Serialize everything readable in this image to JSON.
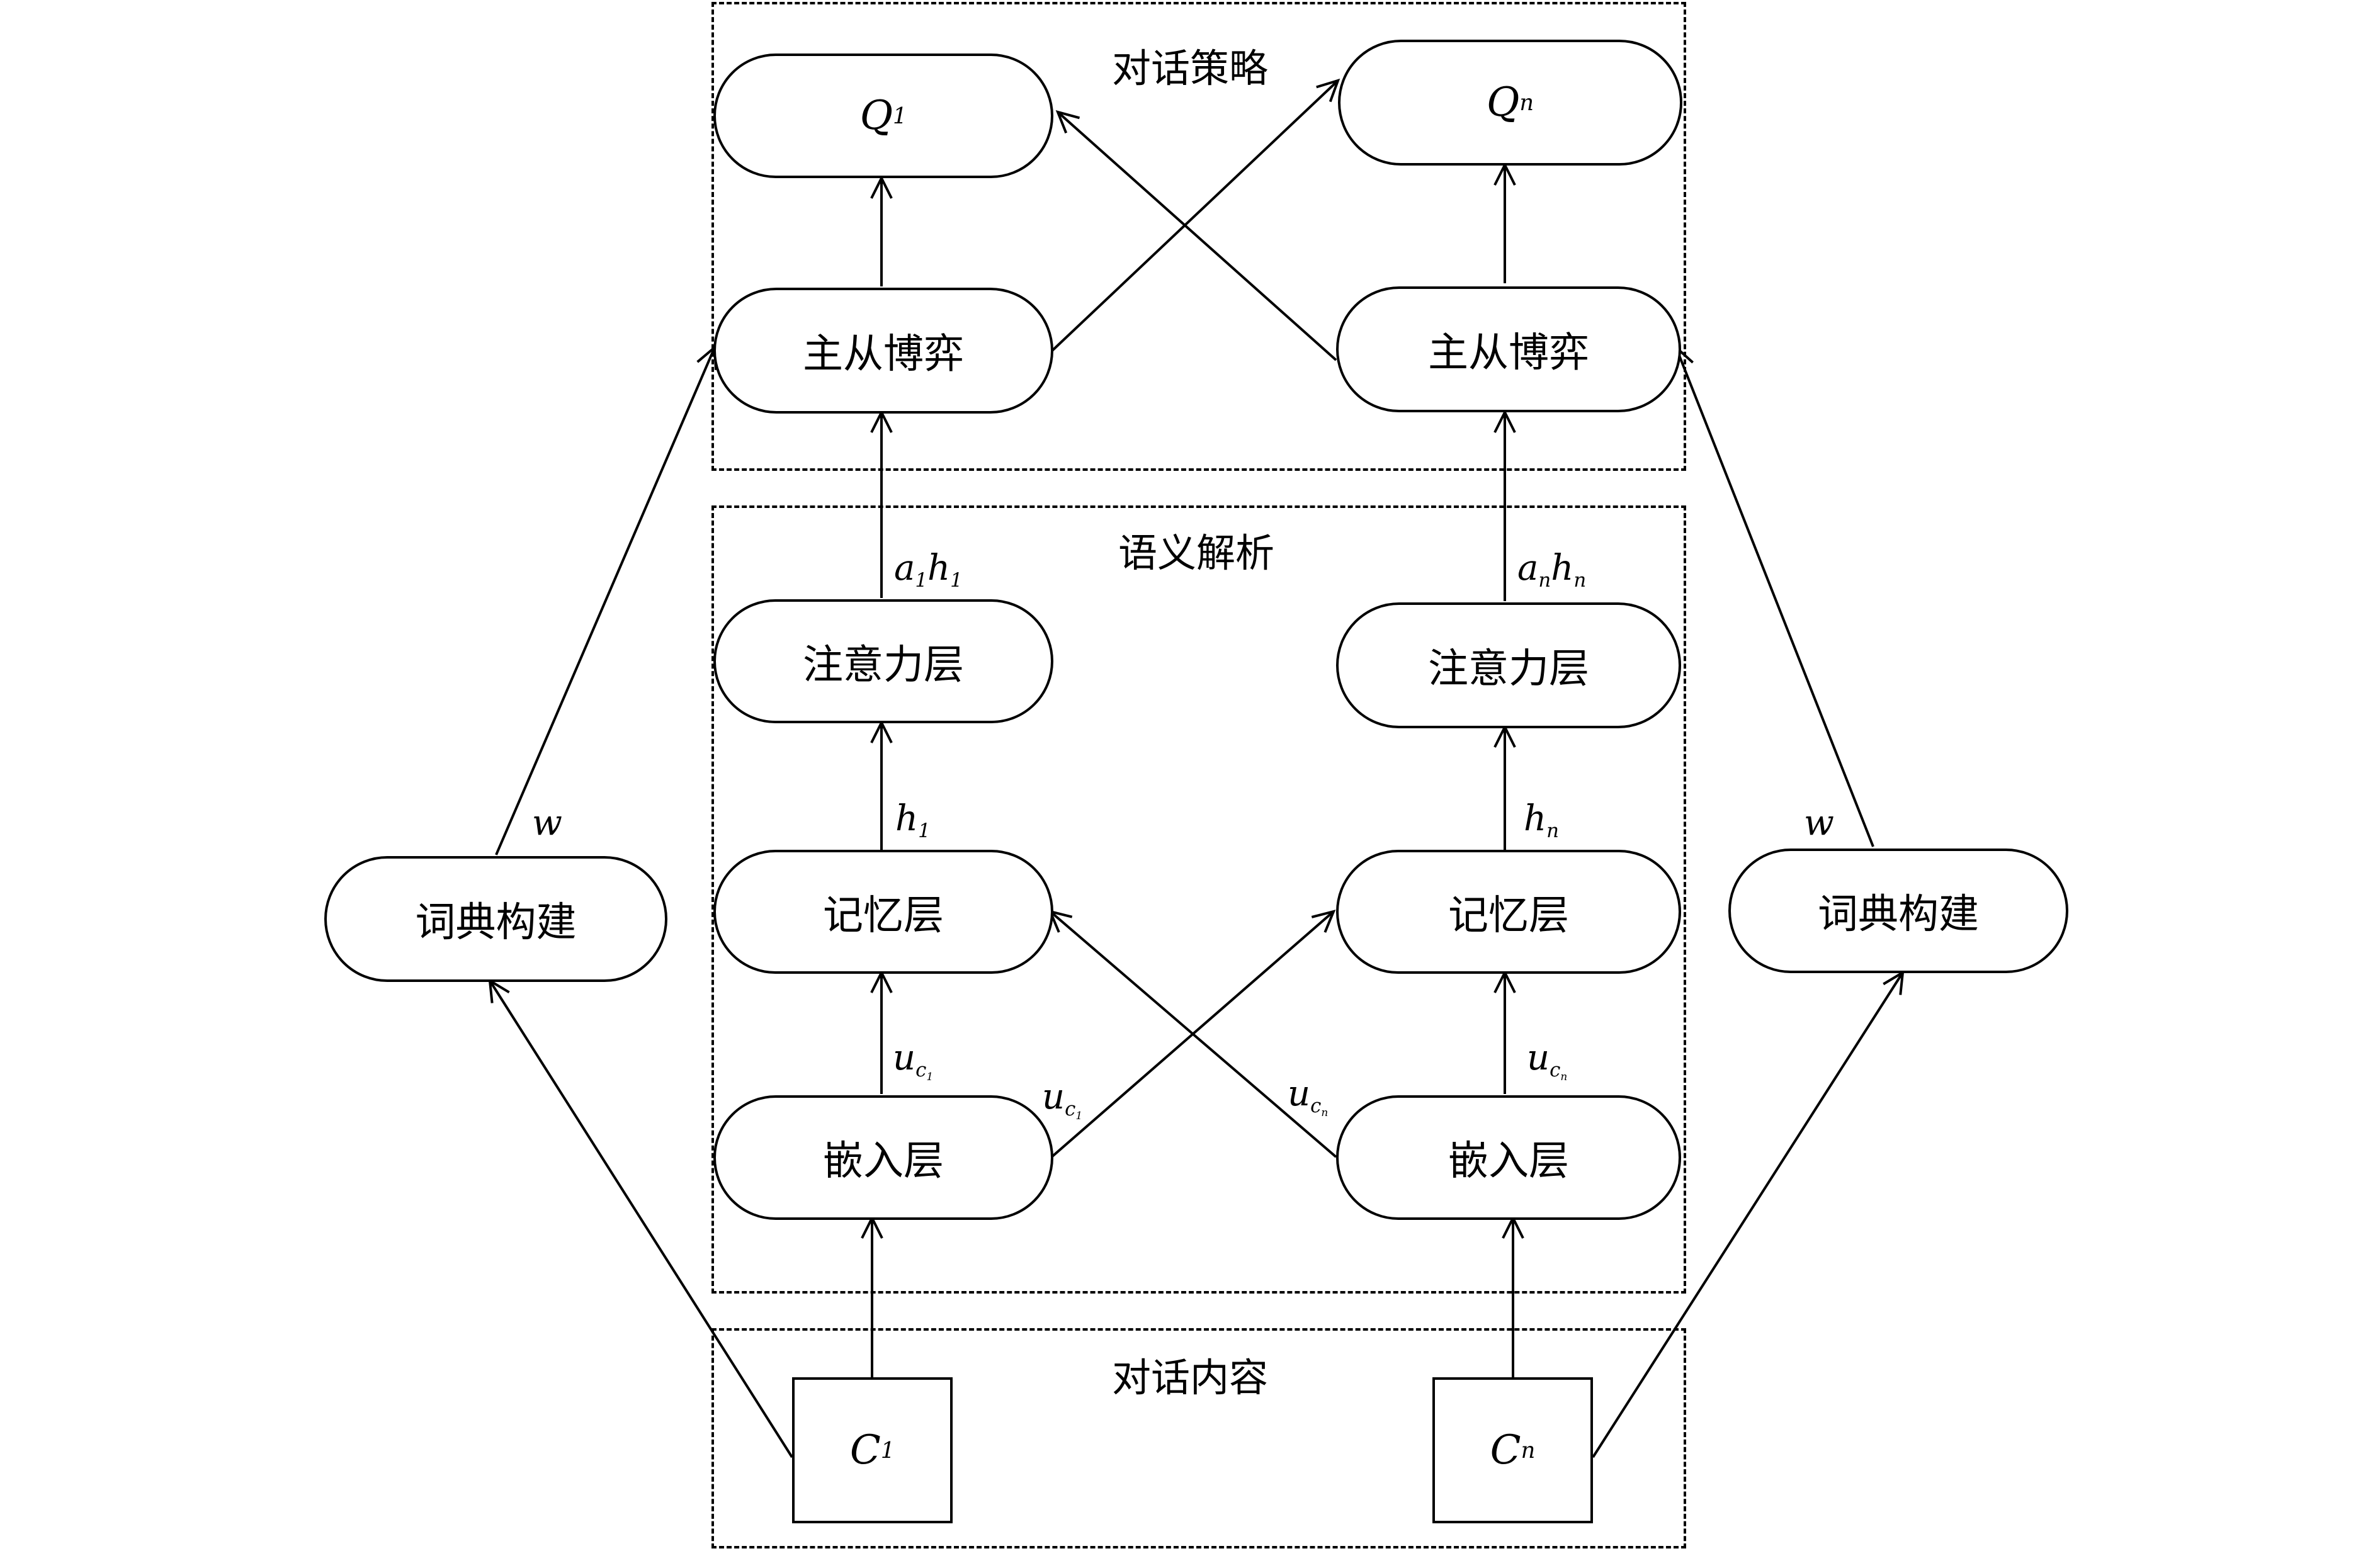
{
  "regions": {
    "strategy": "对话策略",
    "semantic": "语义解析",
    "content": "对话内容"
  },
  "nodes": {
    "q1": {
      "base": "Q",
      "sub": "1"
    },
    "qn": {
      "base": "Q",
      "sub": "n"
    },
    "game_left": "主从博弈",
    "game_right": "主从博弈",
    "attention_left": "注意力层",
    "attention_right": "注意力层",
    "memory_left": "记忆层",
    "memory_right": "记忆层",
    "embed_left": "嵌入层",
    "embed_right": "嵌入层",
    "dict_left": "词典构建",
    "dict_right": "词典构建",
    "c1": {
      "base": "C",
      "sub": "1"
    },
    "cn": {
      "base": "C",
      "sub": "n"
    }
  },
  "labels": {
    "w_left": "w",
    "w_right": "w",
    "a1h1": {
      "a": "a",
      "a_sub": "1",
      "h": "h",
      "h_sub": "1"
    },
    "anhn": {
      "a": "a",
      "a_sub": "n",
      "h": "h",
      "h_sub": "n"
    },
    "h1": {
      "base": "h",
      "sub": "1"
    },
    "hn": {
      "base": "h",
      "sub": "n"
    },
    "uc1_up": {
      "base": "u",
      "sub": "c",
      "subsub": "1"
    },
    "uc1_cross": {
      "base": "u",
      "sub": "c",
      "subsub": "1"
    },
    "ucn_cross": {
      "base": "u",
      "sub": "c",
      "subsub": "n"
    },
    "ucn_up": {
      "base": "u",
      "sub": "c",
      "subsub": "n"
    }
  }
}
